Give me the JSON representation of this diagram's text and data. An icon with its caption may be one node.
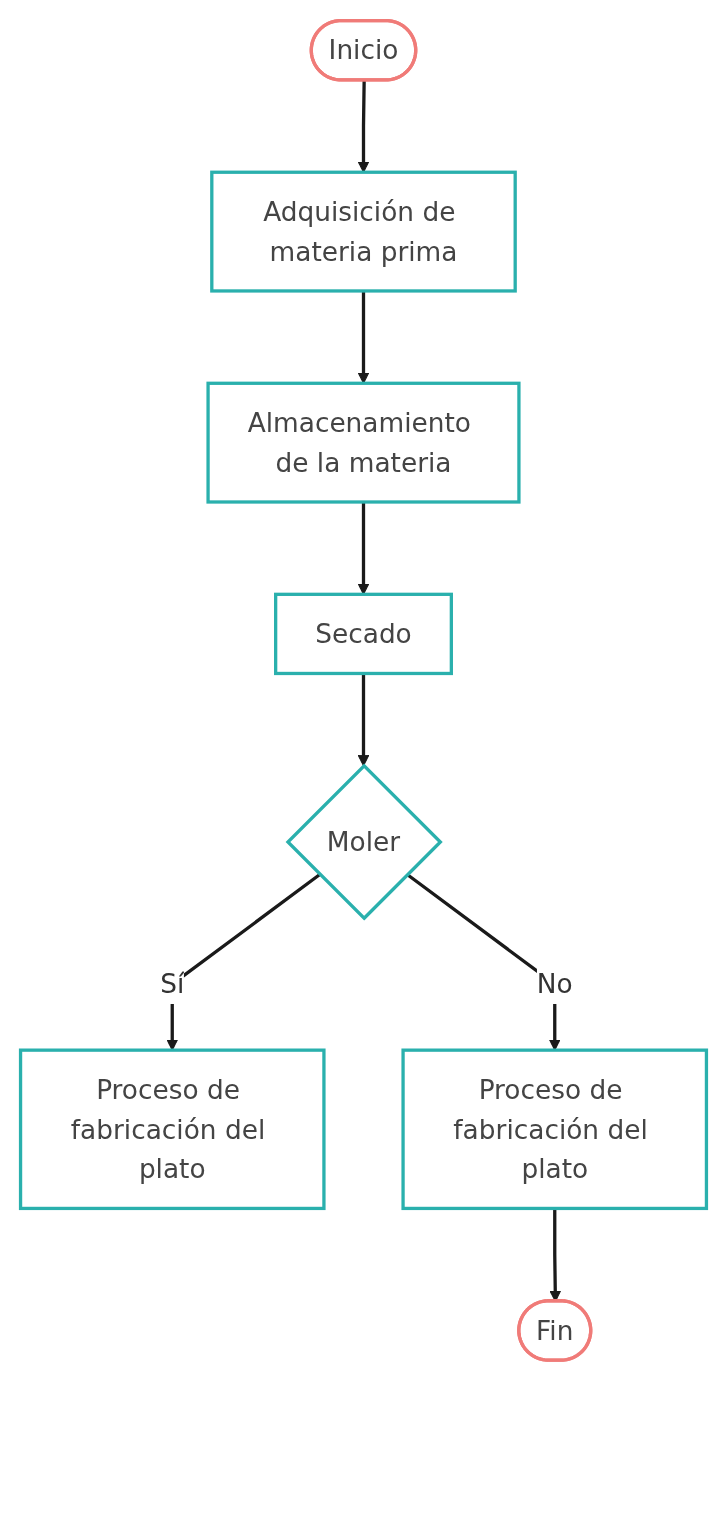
{
  "diagram": {
    "nodes": [
      {
        "text": [
          "Inicio"
        ]
      },
      {
        "text": [
          "Adquisición de materia prima"
        ]
      },
      {
        "text": [
          "Almacenamiento de la materia"
        ]
      },
      {
        "text": [
          "Secado"
        ]
      },
      {
        "text": [
          "Moler"
        ]
      },
      {
        "text": [
          "Proceso de fabricación del plato"
        ]
      },
      {
        "text": [
          "Proceso de fabricación del plato"
        ]
      },
      {
        "text": [
          "Fin"
        ]
      }
    ],
    "edges": [
      {
        "from": 0,
        "to": 1,
        "arrow": "to"
      },
      {
        "from": 1,
        "to": 2,
        "arrow": "to"
      },
      {
        "from": 2,
        "to": 3,
        "arrow": "to"
      },
      {
        "from": 3,
        "to": 4,
        "arrow": "to"
      },
      {
        "from": 4,
        "to": 5,
        "arrow": "to",
        "label": "Sí"
      },
      {
        "from": 4,
        "to": 6,
        "arrow": "to",
        "label": "No"
      },
      {
        "from": 6,
        "to": 7,
        "arrow": "to"
      }
    ]
  }
}
